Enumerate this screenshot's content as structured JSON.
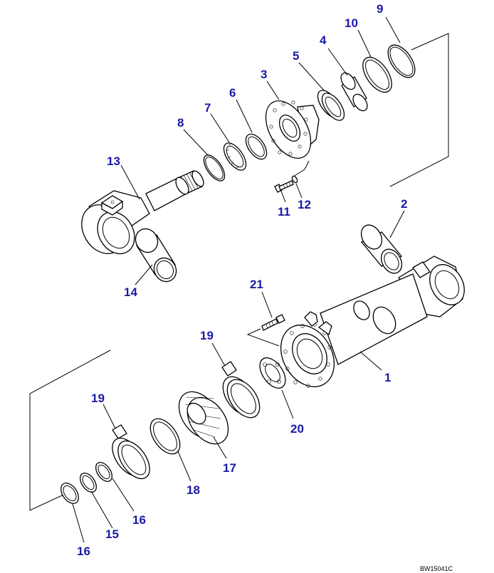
{
  "callouts": {
    "c1": "1",
    "c2": "2",
    "c3": "3",
    "c4": "4",
    "c5": "5",
    "c6": "6",
    "c7": "7",
    "c8": "8",
    "c9": "9",
    "c10": "10",
    "c11": "11",
    "c12": "12",
    "c13": "13",
    "c14": "14",
    "c15": "15",
    "c16a": "16",
    "c16b": "16",
    "c17": "17",
    "c18": "18",
    "c19a": "19",
    "c19b": "19",
    "c20": "20",
    "c21": "21"
  },
  "reference_code": "BW15041C",
  "colors": {
    "line": "#000000",
    "callout": "#1a1aa6",
    "background": "#ffffff"
  }
}
